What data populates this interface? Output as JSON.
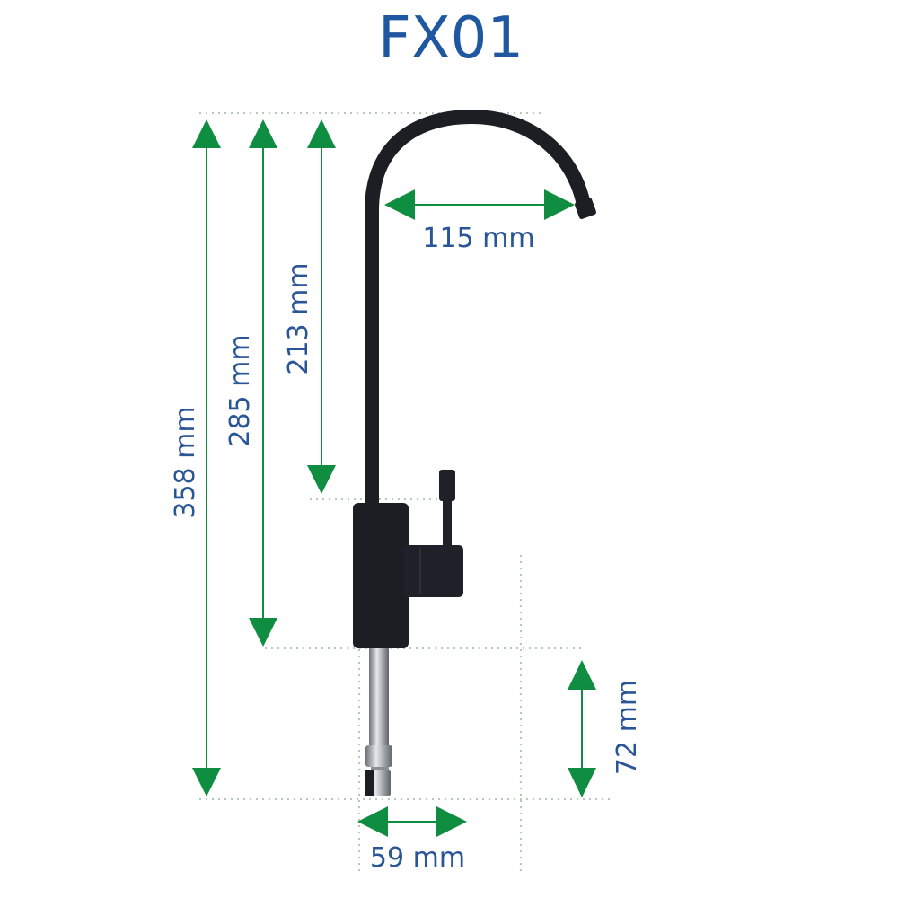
{
  "title": "FX01",
  "dimensions": {
    "total_height": "358 mm",
    "spout_height": "285 mm",
    "spout_clearance": "213 mm",
    "spout_reach": "115 mm",
    "shank_length": "72 mm",
    "base_width": "59 mm"
  },
  "colors": {
    "title": "#1f58a0",
    "label": "#2a5597",
    "arrow": "#0f8d40",
    "faucet": "#1b1e23"
  }
}
